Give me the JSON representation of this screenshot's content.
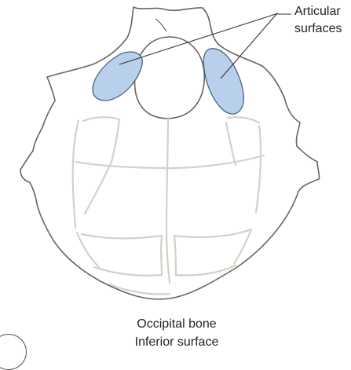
{
  "labels": {
    "articular_line1": "Articular",
    "articular_line2": "surfaces"
  },
  "caption": {
    "line1": "Occipital bone",
    "line2": "Inferior surface"
  },
  "colors": {
    "bone_outline": "#6e625a",
    "bone_fill": "#ffffff",
    "ridge": "#cfd3c8",
    "articular_fill": "#b8d0ec",
    "articular_stroke": "#4a6486",
    "leader_line": "#333333",
    "text": "#222222"
  }
}
